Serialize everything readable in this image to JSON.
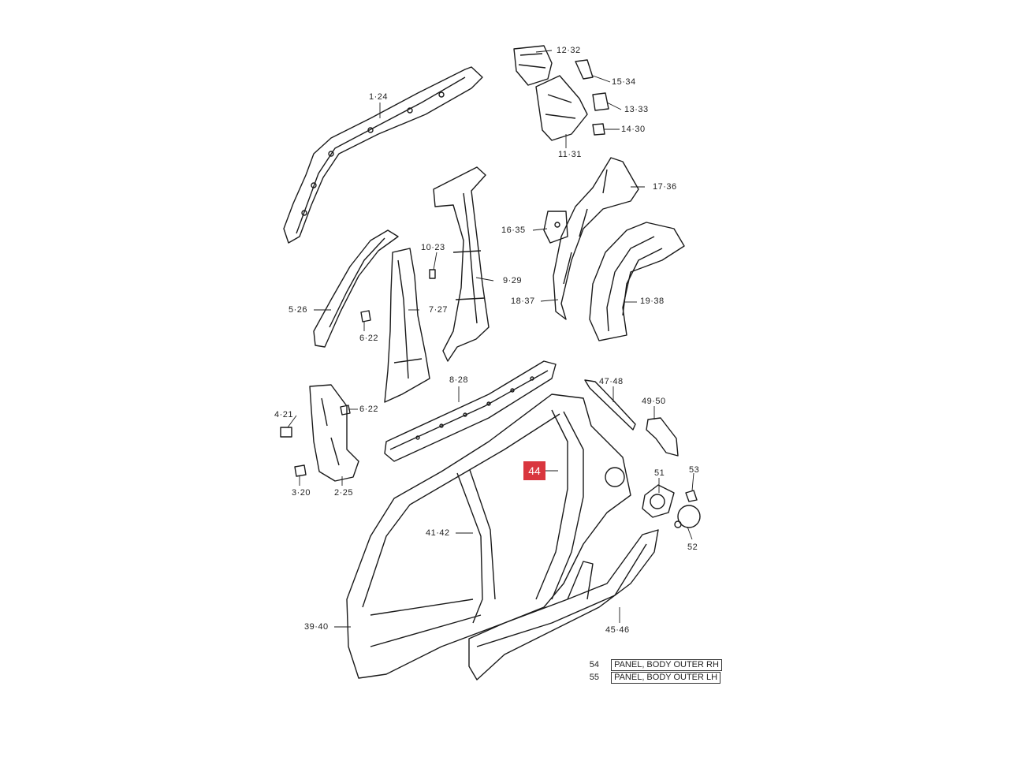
{
  "callouts": {
    "c1": "1·24",
    "c12": "12·32",
    "c15": "15·34",
    "c13": "13·33",
    "c14": "14·30",
    "c11": "11·31",
    "c17": "17·36",
    "c16": "16·35",
    "c10": "10·23",
    "c9": "9·29",
    "c5": "5·26",
    "c7": "7·27",
    "c6a": "6·22",
    "c18": "18·37",
    "c19": "19·38",
    "c8": "8·28",
    "c47": "47·48",
    "c49": "49·50",
    "c4": "4·21",
    "c6b": "6·22",
    "c44": "44",
    "c51": "51",
    "c53": "53",
    "c3": "3·20",
    "c2": "2·25",
    "c41": "41·42",
    "c52": "52",
    "c39": "39·40",
    "c45": "45·46"
  },
  "legend": [
    {
      "num": "54",
      "text": "PANEL, BODY OUTER RH"
    },
    {
      "num": "55",
      "text": "PANEL, BODY OUTER LH"
    }
  ],
  "colors": {
    "highlight": "#d9363e",
    "line": "#1a1a1a"
  }
}
